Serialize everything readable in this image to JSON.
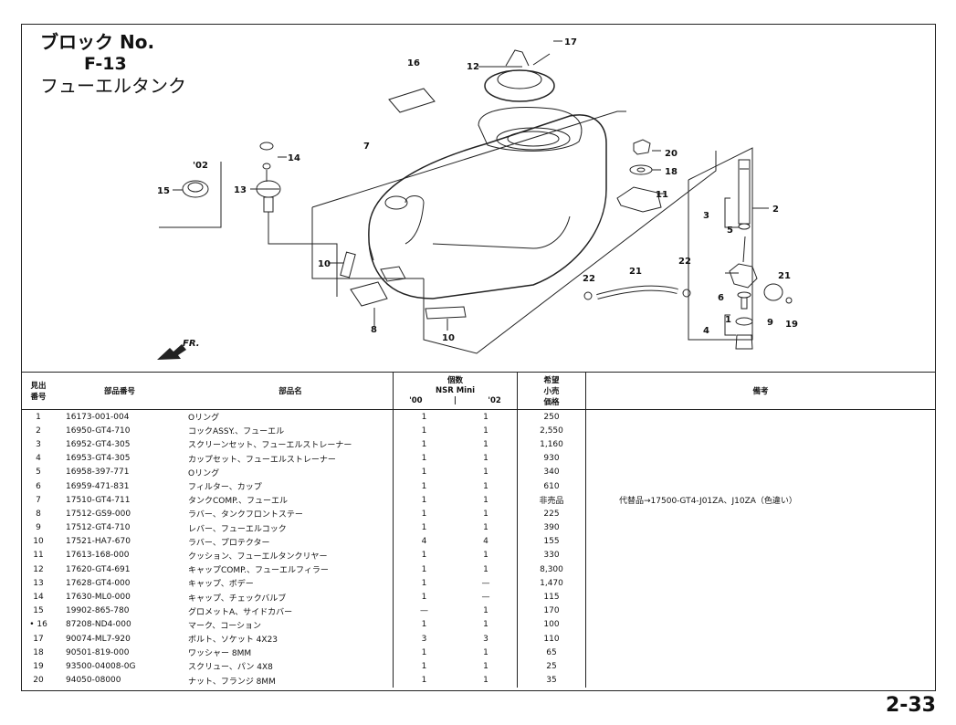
{
  "block": {
    "label": "ブロック No.",
    "code": "F-13",
    "name": "フューエルタンク"
  },
  "diagram": {
    "fr_label": "FR.",
    "year_label": "'02",
    "callouts": [
      "1",
      "2",
      "3",
      "4",
      "5",
      "6",
      "7",
      "8",
      "9",
      "10",
      "10",
      "11",
      "12",
      "13",
      "14",
      "15",
      "16",
      "17",
      "18",
      "19",
      "20",
      "21",
      "21",
      "22",
      "22"
    ]
  },
  "table": {
    "headers": {
      "ref_no": "見出\n番号",
      "ref_no_l1": "見出",
      "ref_no_l2": "番号",
      "part_no": "部品番号",
      "part_name": "部品名",
      "qty": "個数",
      "model": "NSR Mini",
      "year1": "'00",
      "year2": "'02",
      "price_l1": "希望",
      "price_l2": "小売",
      "price_l3": "価格",
      "remarks": "備考"
    },
    "rows": [
      {
        "no": "1",
        "pn": "16173-001-004",
        "name": "Oリング",
        "q1": "1",
        "q2": "1",
        "price": "250",
        "rem": ""
      },
      {
        "no": "2",
        "pn": "16950-GT4-710",
        "name": "コックASSY.、フューエル",
        "q1": "1",
        "q2": "1",
        "price": "2,550",
        "rem": ""
      },
      {
        "no": "3",
        "pn": "16952-GT4-305",
        "name": "スクリーンセット、フューエルストレーナー",
        "q1": "1",
        "q2": "1",
        "price": "1,160",
        "rem": ""
      },
      {
        "no": "4",
        "pn": "16953-GT4-305",
        "name": "カップセット、フューエルストレーナー",
        "q1": "1",
        "q2": "1",
        "price": "930",
        "rem": ""
      },
      {
        "no": "5",
        "pn": "16958-397-771",
        "name": "Oリング",
        "q1": "1",
        "q2": "1",
        "price": "340",
        "rem": ""
      },
      {
        "no": "6",
        "pn": "16959-471-831",
        "name": "フィルター、カップ",
        "q1": "1",
        "q2": "1",
        "price": "610",
        "rem": ""
      },
      {
        "no": "7",
        "pn": "17510-GT4-711",
        "name": "タンクCOMP.、フューエル",
        "q1": "1",
        "q2": "1",
        "price": "非売品",
        "rem": "代替品→17500-GT4-J01ZA、J10ZA（色違い）"
      },
      {
        "no": "8",
        "pn": "17512-GS9-000",
        "name": "ラバー、タンクフロントステー",
        "q1": "1",
        "q2": "1",
        "price": "225",
        "rem": ""
      },
      {
        "no": "9",
        "pn": "17512-GT4-710",
        "name": "レバー、フューエルコック",
        "q1": "1",
        "q2": "1",
        "price": "390",
        "rem": ""
      },
      {
        "no": "10",
        "pn": "17521-HA7-670",
        "name": "ラバー、プロテクター",
        "q1": "4",
        "q2": "4",
        "price": "155",
        "rem": ""
      },
      {
        "no": "11",
        "pn": "17613-168-000",
        "name": "クッション、フューエルタンクリヤー",
        "q1": "1",
        "q2": "1",
        "price": "330",
        "rem": ""
      },
      {
        "no": "12",
        "pn": "17620-GT4-691",
        "name": "キャップCOMP.、フューエルフィラー",
        "q1": "1",
        "q2": "1",
        "price": "8,300",
        "rem": ""
      },
      {
        "no": "13",
        "pn": "17628-GT4-000",
        "name": "キャップ、ボデー",
        "q1": "1",
        "q2": "—",
        "price": "1,470",
        "rem": ""
      },
      {
        "no": "14",
        "pn": "17630-ML0-000",
        "name": "キャップ、チェックバルブ",
        "q1": "1",
        "q2": "—",
        "price": "115",
        "rem": ""
      },
      {
        "no": "15",
        "pn": "19902-865-780",
        "name": "グロメットA、サイドカバー",
        "q1": "—",
        "q2": "1",
        "price": "170",
        "rem": ""
      },
      {
        "no": "• 16",
        "pn": "87208-ND4-000",
        "name": "マーク、コーション",
        "q1": "1",
        "q2": "1",
        "price": "100",
        "rem": ""
      },
      {
        "no": "17",
        "pn": "90074-ML7-920",
        "name": "ボルト、ソケット 4X23",
        "q1": "3",
        "q2": "3",
        "price": "110",
        "rem": ""
      },
      {
        "no": "18",
        "pn": "90501-819-000",
        "name": "ワッシャー 8MM",
        "q1": "1",
        "q2": "1",
        "price": "65",
        "rem": ""
      },
      {
        "no": "19",
        "pn": "93500-04008-0G",
        "name": "スクリュー、パン 4X8",
        "q1": "1",
        "q2": "1",
        "price": "25",
        "rem": ""
      },
      {
        "no": "20",
        "pn": "94050-08000",
        "name": "ナット、フランジ 8MM",
        "q1": "1",
        "q2": "1",
        "price": "35",
        "rem": ""
      }
    ]
  },
  "page_number": "2-33"
}
